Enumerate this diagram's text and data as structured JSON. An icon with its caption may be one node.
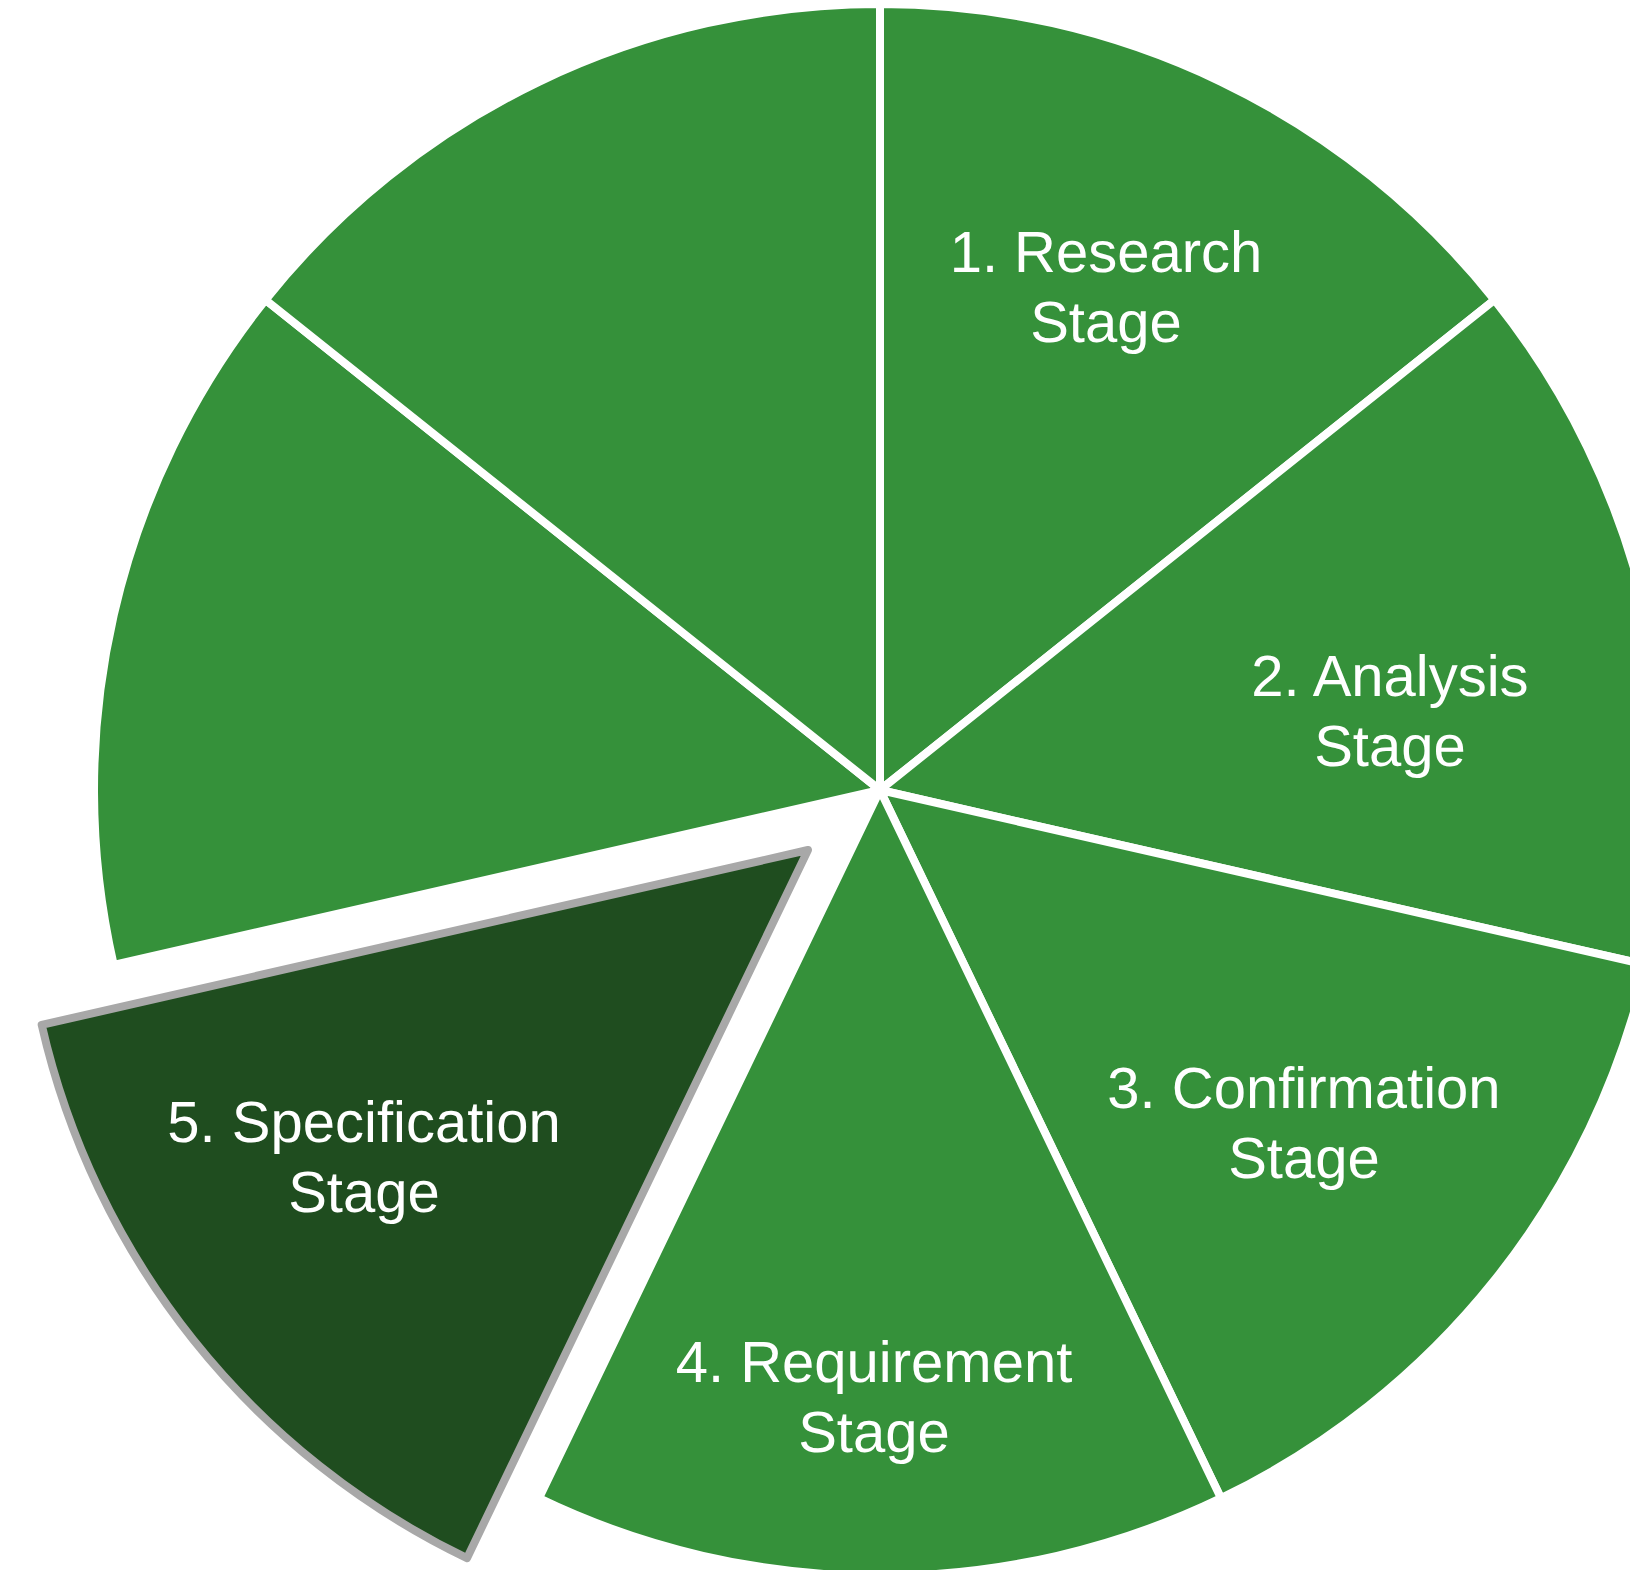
{
  "diagram": {
    "nodes": [
      {
        "text": [
          "1. Research Stage"
        ]
      },
      {
        "text": [
          "2. Analysis Stage"
        ]
      },
      {
        "text": [
          "3. Confirmation Stage"
        ]
      },
      {
        "text": [
          "4. Requirement Stage"
        ]
      },
      {
        "text": [
          "5. Specification Stage"
        ]
      },
      {
        "text": [],
        "shape": "wedge"
      },
      {
        "text": [],
        "shape": "wedge"
      }
    ]
  }
}
